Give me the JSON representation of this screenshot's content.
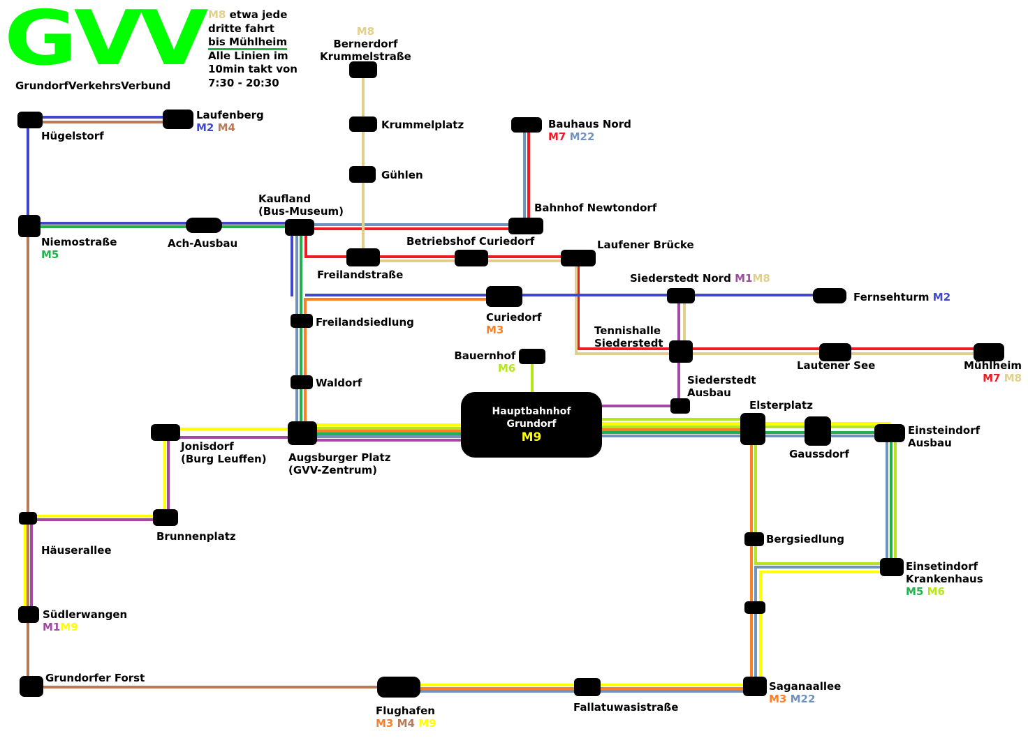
{
  "logo": {
    "text": "GVV",
    "subtitle": "GrundorfVerkehrsVerbund"
  },
  "notice": {
    "line1_tag": "M8",
    "line1": " etwa jede",
    "line2": "dritte fahrt",
    "line3": "bis Mühlheim",
    "line4": "Alle Linien im",
    "line5": "10min takt von",
    "line6": "7:30 - 20:30"
  },
  "lines": {
    "M1": {
      "name": "M1",
      "color": "#a349a4"
    },
    "M2": {
      "name": "M2",
      "color": "#3f48cc"
    },
    "M3": {
      "name": "M3",
      "color": "#ff7f27"
    },
    "M4": {
      "name": "M4",
      "color": "#b97a57"
    },
    "M5": {
      "name": "M5",
      "color": "#22b14c"
    },
    "M6": {
      "name": "M6",
      "color": "#b5e61d"
    },
    "M7": {
      "name": "M7",
      "color": "#ed1c24"
    },
    "M8": {
      "name": "M8",
      "color": "#e1cf8a"
    },
    "M9": {
      "name": "M9",
      "color": "#ffff00"
    },
    "M22": {
      "name": "M22",
      "color": "#7092be"
    }
  },
  "hub": {
    "name_line1": "Hauptbahnhof",
    "name_line2": "Grundorf",
    "line": "M9"
  },
  "stations": [
    {
      "id": "laufenberg",
      "name": "Laufenberg",
      "lines": [
        "M2",
        "M4"
      ]
    },
    {
      "id": "huegelstorf",
      "name": "Hügelstorf"
    },
    {
      "id": "niemostrasse",
      "name": "Niemostraße",
      "lines": [
        "M5"
      ]
    },
    {
      "id": "ach-ausbau",
      "name": "Ach-Ausbau"
    },
    {
      "id": "kaufland",
      "name": "Kaufland",
      "name2": "(Bus-Museum)"
    },
    {
      "id": "bernerdorf",
      "name": "Bernerdorf",
      "name2": "Krummelstraße",
      "lines_above": [
        "M8"
      ]
    },
    {
      "id": "krummelplatz",
      "name": "Krummelplatz"
    },
    {
      "id": "guehlen",
      "name": "Gühlen"
    },
    {
      "id": "bauhaus-nord",
      "name": "Bauhaus Nord",
      "lines": [
        "M7",
        "M22"
      ]
    },
    {
      "id": "bahnhof-newtondorf",
      "name": "Bahnhof Newtondorf"
    },
    {
      "id": "betriebshof",
      "name": "Betriebshof Curiedorf"
    },
    {
      "id": "laufener-bruecke",
      "name": "Laufener Brücke"
    },
    {
      "id": "freilandstrasse",
      "name": "Freilandstraße"
    },
    {
      "id": "siederstedt-nord",
      "name": "Siederstedt Nord",
      "lines": [
        "M1",
        "M8"
      ]
    },
    {
      "id": "fernsehturm",
      "name": "Fernsehturm",
      "lines": [
        "M2"
      ]
    },
    {
      "id": "freilandsiedlung",
      "name": "Freilandsiedlung"
    },
    {
      "id": "curiedorf",
      "name": "Curiedorf",
      "lines": [
        "M3"
      ]
    },
    {
      "id": "tennishalle",
      "name": "Tennishalle",
      "name2": "Siederstedt"
    },
    {
      "id": "lautener-see",
      "name": "Lautener See"
    },
    {
      "id": "muehlheim",
      "name": "Mühlheim",
      "lines": [
        "M7",
        "M8"
      ]
    },
    {
      "id": "bauernhof",
      "name": "Bauernhof",
      "lines": [
        "M6"
      ]
    },
    {
      "id": "waldorf",
      "name": "Waldorf"
    },
    {
      "id": "siederstedt-ausbau",
      "name": "Siederstedt",
      "name2": "Ausbau"
    },
    {
      "id": "elsterplatz",
      "name": "Elsterplatz"
    },
    {
      "id": "jonisdorf",
      "name": "Jonisdorf",
      "name2": "(Burg Leuffen)"
    },
    {
      "id": "augsburger-platz",
      "name": "Augsburger Platz",
      "name2": "(GVV-Zentrum)"
    },
    {
      "id": "gaussdorf",
      "name": "Gaussdorf"
    },
    {
      "id": "einsteindorf-ausbau",
      "name": "Einsteindorf",
      "name2": "Ausbau"
    },
    {
      "id": "brunnenplatz",
      "name": "Brunnenplatz"
    },
    {
      "id": "haeuserallee",
      "name": "Häuserallee"
    },
    {
      "id": "bergsiedlung",
      "name": "Bergsiedlung"
    },
    {
      "id": "einsteindorf-krankenhaus",
      "name": "Einsetindorf",
      "name2": "Krankenhaus",
      "lines": [
        "M5",
        "M6"
      ]
    },
    {
      "id": "suedlerwangen",
      "name": "Südlerwangen",
      "lines": [
        "M1",
        "M9"
      ]
    },
    {
      "id": "grundorfer-forst",
      "name": "Grundorfer Forst"
    },
    {
      "id": "saganaallee",
      "name": "Saganaallee",
      "lines": [
        "M3",
        "M22"
      ]
    },
    {
      "id": "flughafen",
      "name": "Flughafen",
      "lines": [
        "M3",
        "M4",
        "M9"
      ]
    },
    {
      "id": "fallatuwasistrasse",
      "name": "Fallatuwasistraße"
    }
  ]
}
